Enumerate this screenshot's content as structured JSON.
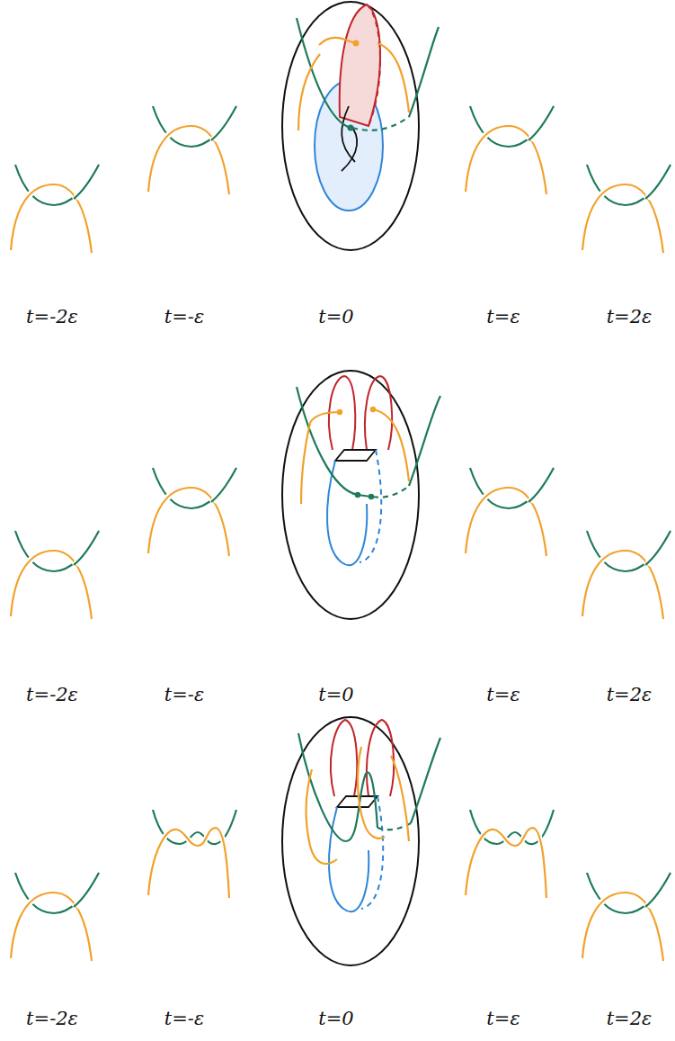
{
  "diagram": {
    "labels": [
      "t=-2ε",
      "t=-ε",
      "t=0",
      "t=ε",
      "t=2ε",
      "t=-2ε",
      "t=-ε",
      "t=0",
      "t=ε",
      "t=2ε",
      "t=-2ε",
      "t=-ε",
      "t=0",
      "t=ε",
      "t=2ε"
    ]
  }
}
